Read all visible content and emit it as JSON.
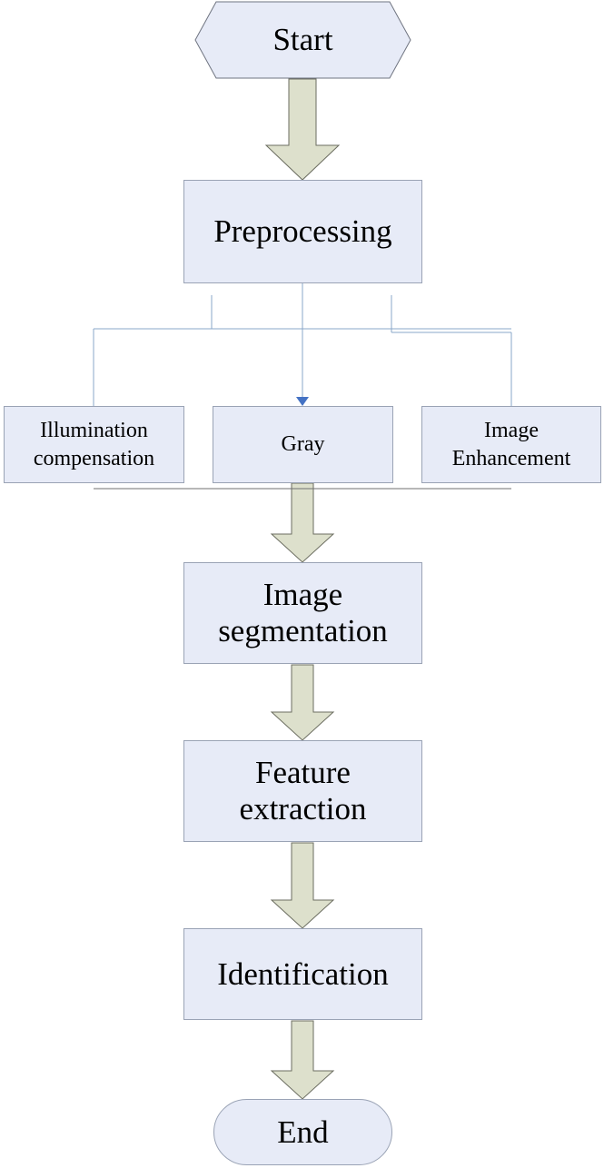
{
  "flowchart": {
    "start": "Start",
    "preprocessing": "Preprocessing",
    "substeps": {
      "illumination": [
        "Illumination",
        "compensation"
      ],
      "gray": "Gray",
      "enhancement": [
        "Image",
        "Enhancement"
      ]
    },
    "segmentation": [
      "Image",
      "segmentation"
    ],
    "feature": [
      "Feature",
      "extraction"
    ],
    "identification": "Identification",
    "end": "End"
  },
  "colors": {
    "box_fill": "#e7ebf7",
    "box_border": "#9aa3b5",
    "arrow_fill": "#dde0cc",
    "arrow_stroke": "#6b6d60",
    "connector": "#8aa7c8",
    "pointer": "#4472c4"
  }
}
